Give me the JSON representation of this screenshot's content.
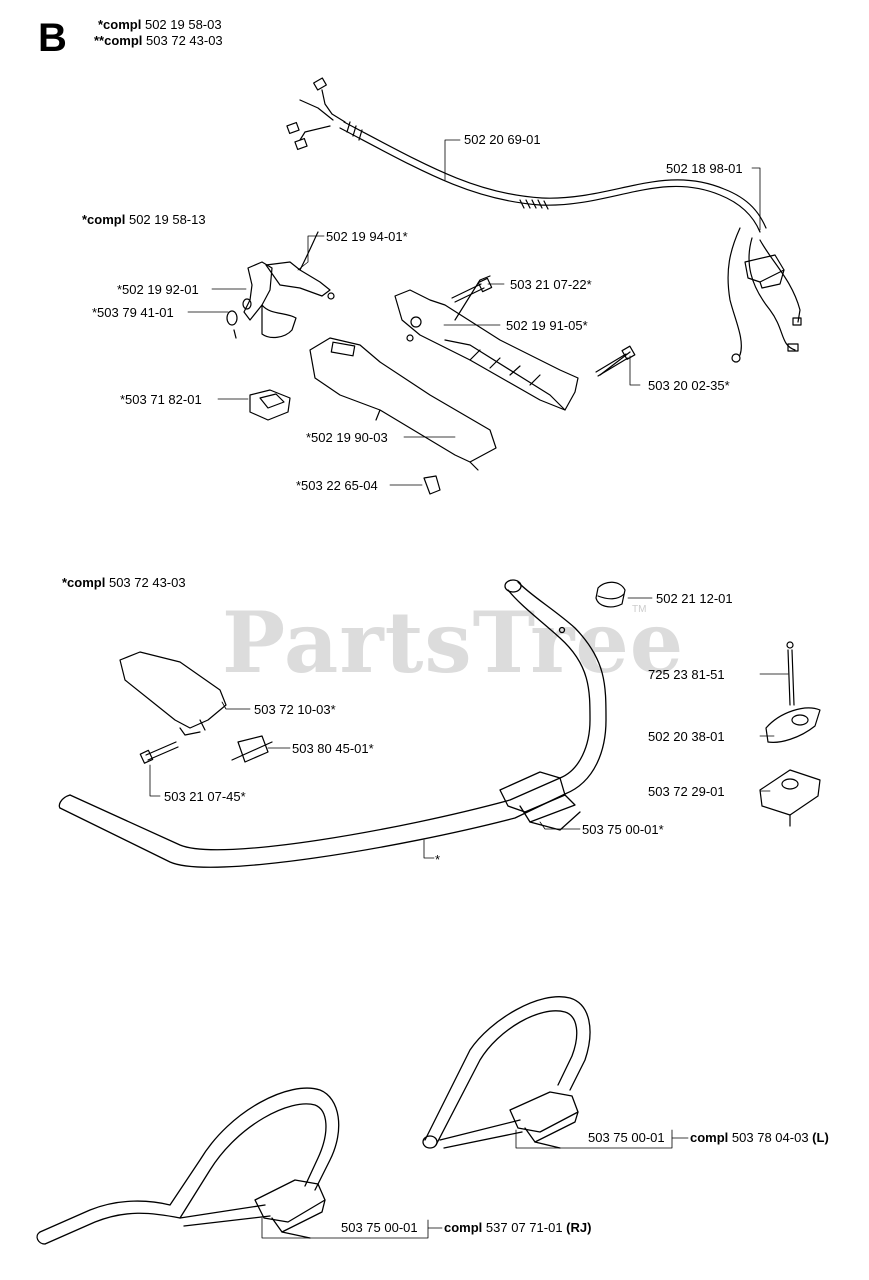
{
  "section_letter": "B",
  "header": {
    "line1_prefix": "*compl",
    "line1_value": "502 19 58-03",
    "line2_prefix": "**compl",
    "line2_value": "503 72 43-03"
  },
  "watermark": {
    "text": "PartsTree",
    "tm": "TM"
  },
  "groups": {
    "handle_kit": {
      "prefix": "*compl",
      "value": "502 19 58-13"
    },
    "handlebar_kit": {
      "prefix": "*compl",
      "value": "503 72 43-03"
    }
  },
  "labels": {
    "p1": "502 20 69-01",
    "p2": "502 18 98-01",
    "p3": "502 19 94-01*",
    "p4": "*502 19 92-01",
    "p5": "*503 79 41-01",
    "p6": "503 21 07-22*",
    "p7": "502 19 91-05*",
    "p8": "503 20 02-35*",
    "p9": "*503 71 82-01",
    "p10": "*502 19 90-03",
    "p11": "*503 22 65-04",
    "p12": "502 21 12-01",
    "p13": "725 23 81-51",
    "p14": "503 72 10-03*",
    "p15": "502 20 38-01",
    "p16": "503 80 45-01*",
    "p17": "503 72 29-01",
    "p18": "503 21 07-45*",
    "p19": "503 75 00-01*",
    "p20": "*",
    "p21": "503 75 00-01",
    "p22": "503 75 00-01"
  },
  "kits": {
    "left": {
      "prefix": "compl",
      "value": "503 78 04-03",
      "suffix": "(L)"
    },
    "rj": {
      "prefix": "compl",
      "value": "537 07 71-01",
      "suffix": "(RJ)"
    }
  }
}
